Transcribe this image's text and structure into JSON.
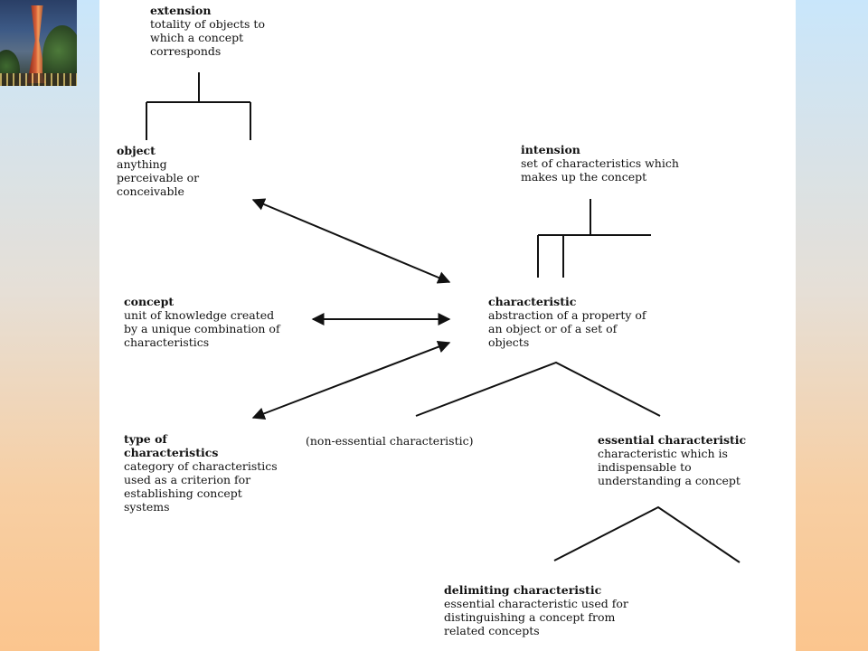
{
  "nodes": {
    "extension": {
      "term": "extension",
      "def1": "totality of objects to",
      "def2": "which a concept",
      "def3": "corresponds"
    },
    "object": {
      "term": "object",
      "def1": "anything",
      "def2": "perceivable or",
      "def3": "conceivable"
    },
    "intension": {
      "term": "intension",
      "def1": "set of characteristics which",
      "def2": "makes up the concept"
    },
    "concept": {
      "term": "concept",
      "def1": "unit of knowledge created",
      "def2": "by a unique combination of",
      "def3": "characteristics"
    },
    "characteristic": {
      "term": "characteristic",
      "def1": "abstraction of a property of",
      "def2": "an object or of a set of",
      "def3": "objects"
    },
    "type_of_characteristics": {
      "term1": "type of",
      "term2": "characteristics",
      "def1": "category of characteristics",
      "def2": "used as a criterion for",
      "def3": "establishing concept",
      "def4": "systems"
    },
    "non_essential": {
      "label": "(non-essential characteristic)"
    },
    "essential_characteristic": {
      "term": "essential characteristic",
      "def1": "characteristic which is",
      "def2": "indispensable to",
      "def3": "understanding a concept"
    },
    "delimiting_characteristic": {
      "term": "delimiting characteristic",
      "def1": "essential characteristic used for",
      "def2": "distinguishing a concept from",
      "def3": "related concepts"
    }
  },
  "colors": {
    "panel": "#ffffff",
    "line": "#111111",
    "text": "#111111"
  }
}
